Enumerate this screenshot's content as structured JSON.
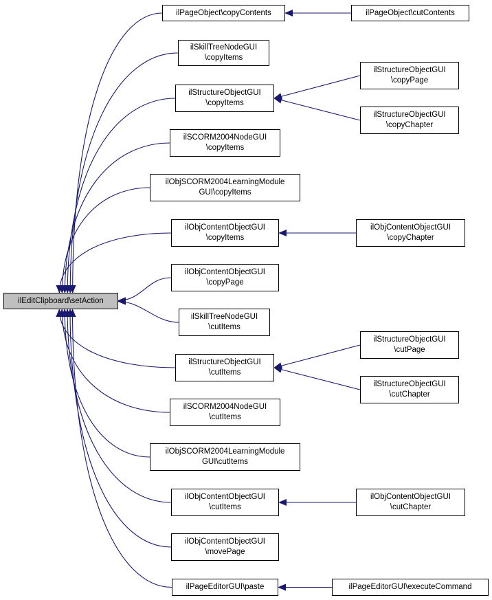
{
  "colors": {
    "edge": "#191970",
    "root_fill": "#bfbfbf",
    "node_fill": "#ffffff",
    "border": "#000000"
  },
  "nodes": {
    "root": [
      "ilEditClipboard\\setAction"
    ],
    "pageobject_copycontents": [
      "ilPageObject\\copyContents"
    ],
    "skilltreenode_copyitems": [
      "ilSkillTreeNodeGUI",
      "\\copyItems"
    ],
    "structureobject_copyitems": [
      "ilStructureObjectGUI",
      "\\copyItems"
    ],
    "scorm2004node_copyitems": [
      "ilSCORM2004NodeGUI",
      "\\copyItems"
    ],
    "objscorm_copyitems": [
      "ilObjSCORM2004LearningModule",
      "GUI\\copyItems"
    ],
    "objcontent_copyitems": [
      "ilObjContentObjectGUI",
      "\\copyItems"
    ],
    "objcontent_copypage": [
      "ilObjContentObjectGUI",
      "\\copyPage"
    ],
    "skilltreenode_cutitems": [
      "ilSkillTreeNodeGUI",
      "\\cutItems"
    ],
    "structureobject_cutitems": [
      "ilStructureObjectGUI",
      "\\cutItems"
    ],
    "scorm2004node_cutitems": [
      "ilSCORM2004NodeGUI",
      "\\cutItems"
    ],
    "objscorm_cutitems": [
      "ilObjSCORM2004LearningModule",
      "GUI\\cutItems"
    ],
    "objcontent_cutitems": [
      "ilObjContentObjectGUI",
      "\\cutItems"
    ],
    "objcontent_movepage": [
      "ilObjContentObjectGUI",
      "\\movePage"
    ],
    "pageeditor_paste": [
      "ilPageEditorGUI\\paste"
    ],
    "pageobject_cutcontents": [
      "ilPageObject\\cutContents"
    ],
    "structureobject_copypage": [
      "ilStructureObjectGUI",
      "\\copyPage"
    ],
    "structureobject_copychapter": [
      "ilStructureObjectGUI",
      "\\copyChapter"
    ],
    "objcontent_copychapter": [
      "ilObjContentObjectGUI",
      "\\copyChapter"
    ],
    "structureobject_cutpage": [
      "ilStructureObjectGUI",
      "\\cutPage"
    ],
    "structureobject_cutchapter": [
      "ilStructureObjectGUI",
      "\\cutChapter"
    ],
    "objcontent_cutchapter": [
      "ilObjContentObjectGUI",
      "\\cutChapter"
    ],
    "pageeditor_executecommand": [
      "ilPageEditorGUI\\executeCommand"
    ]
  },
  "edges": [
    {
      "from": "pageobject_copycontents",
      "to": "root"
    },
    {
      "from": "skilltreenode_copyitems",
      "to": "root"
    },
    {
      "from": "structureobject_copyitems",
      "to": "root"
    },
    {
      "from": "scorm2004node_copyitems",
      "to": "root"
    },
    {
      "from": "objscorm_copyitems",
      "to": "root"
    },
    {
      "from": "objcontent_copyitems",
      "to": "root"
    },
    {
      "from": "objcontent_copypage",
      "to": "root"
    },
    {
      "from": "skilltreenode_cutitems",
      "to": "root"
    },
    {
      "from": "structureobject_cutitems",
      "to": "root"
    },
    {
      "from": "scorm2004node_cutitems",
      "to": "root"
    },
    {
      "from": "objscorm_cutitems",
      "to": "root"
    },
    {
      "from": "objcontent_cutitems",
      "to": "root"
    },
    {
      "from": "objcontent_movepage",
      "to": "root"
    },
    {
      "from": "pageeditor_paste",
      "to": "root"
    },
    {
      "from": "pageobject_cutcontents",
      "to": "pageobject_copycontents"
    },
    {
      "from": "structureobject_copypage",
      "to": "structureobject_copyitems"
    },
    {
      "from": "structureobject_copychapter",
      "to": "structureobject_copyitems"
    },
    {
      "from": "objcontent_copychapter",
      "to": "objcontent_copyitems"
    },
    {
      "from": "structureobject_cutpage",
      "to": "structureobject_cutitems"
    },
    {
      "from": "structureobject_cutchapter",
      "to": "structureobject_cutitems"
    },
    {
      "from": "objcontent_cutchapter",
      "to": "objcontent_cutitems"
    },
    {
      "from": "pageeditor_executecommand",
      "to": "pageeditor_paste"
    }
  ]
}
